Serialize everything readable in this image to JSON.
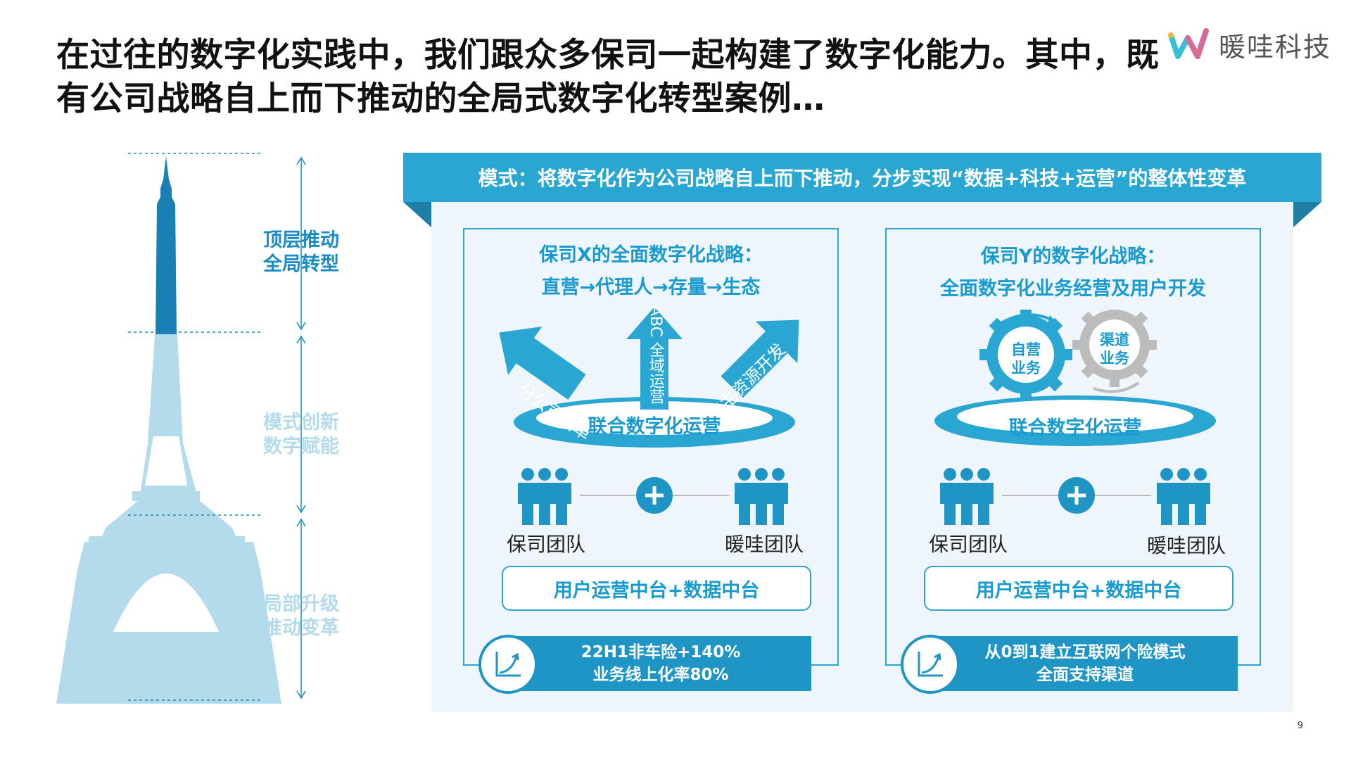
{
  "title": {
    "line1": "在过往的数字化实践中，我们跟众多保司一起构建了数字化能力。其中，既",
    "line2": "有公司战略自上而下推动的全局式数字化转型案例…"
  },
  "logo": {
    "text": "暖哇科技",
    "icon": "wa-logo-icon"
  },
  "tower": {
    "levels": [
      {
        "line1": "顶层推动",
        "line2": "全局转型"
      },
      {
        "line1": "模式创新",
        "line2": "数字赋能"
      },
      {
        "line1": "局部升级",
        "line2": "推动变革"
      }
    ]
  },
  "banner": {
    "text": "模式：将数字化作为公司战略自上而下推动，分步实现“数据+科技+运营”的整体性变革"
  },
  "left_card": {
    "title1": "保司X的全面数字化战略：",
    "title2": "直营→代理人→存量→生态",
    "arrows": [
      "分公司出单",
      "ABC 全域运营",
      "车主资源开发"
    ],
    "platform": "联合数字化运营",
    "team_a": "保司团队",
    "team_b": "暖哇团队",
    "pill": "用户运营中台+数据中台",
    "stat_line1": "22H1非车险+140%",
    "stat_line2": "业务线上化率80%"
  },
  "right_card": {
    "title1": "保司Y的数字化战略：",
    "title2": "全面数字化业务经营及用户开发",
    "gear_a": {
      "line1": "自营",
      "line2": "业务"
    },
    "gear_b": {
      "line1": "渠道",
      "line2": "业务"
    },
    "platform": "联合数字化运营",
    "team_a": "保司团队",
    "team_b": "暖哇团队",
    "pill": "用户运营中台+数据中台",
    "stat_line1": "从0到1建立互联网个险模式",
    "stat_line2": "全面支持渠道"
  },
  "page_number": "9",
  "colors": {
    "accent": "#2aa6d2",
    "dark_blue": "#1a7fb4",
    "light_blue": "#b3dbec"
  }
}
